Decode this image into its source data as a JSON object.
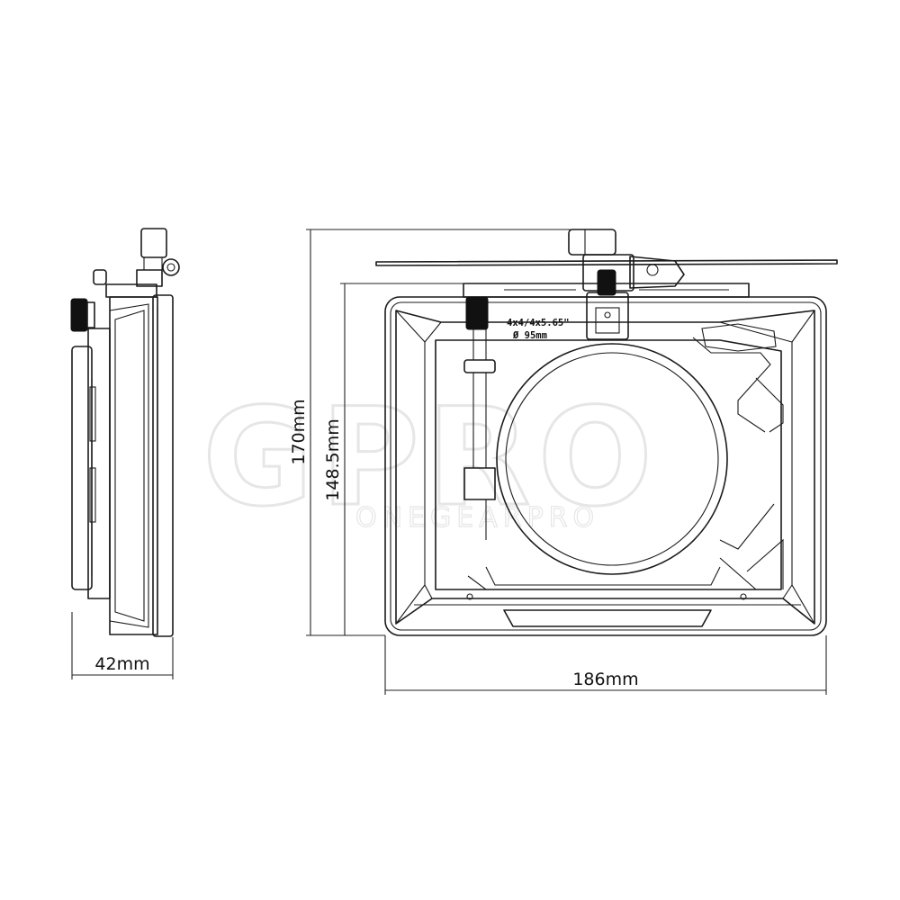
{
  "watermark": {
    "brand": "GPRO",
    "subtext": "ONEGEARPRO"
  },
  "dimensions": {
    "side_width": "42mm",
    "front_width": "186mm",
    "overall_height": "170mm",
    "body_height": "148.5mm"
  },
  "labels": {
    "filter_size": "4x4/4x5.65\"",
    "ring_diameter": "Ø 95mm"
  },
  "colors": {
    "line": "#1a1a1a",
    "knob": "#111111",
    "watermark": "#e6e6e6"
  }
}
